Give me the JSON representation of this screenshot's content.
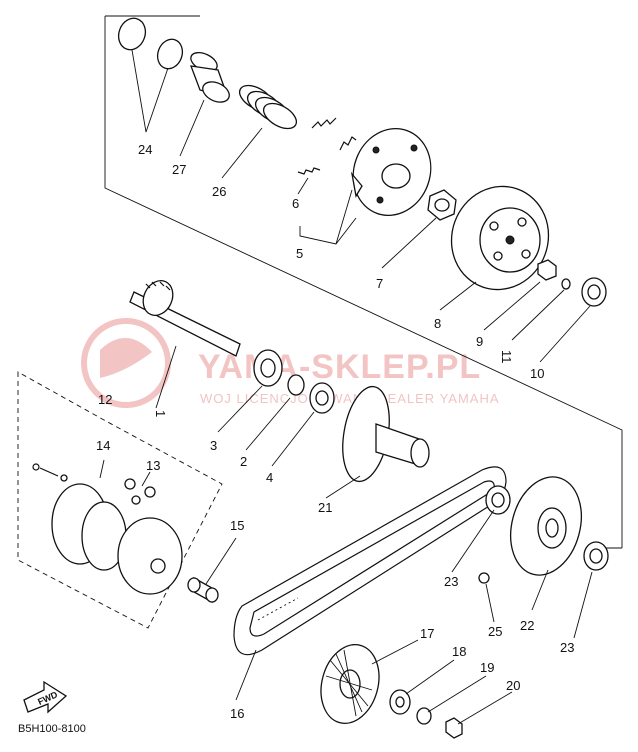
{
  "diagram": {
    "callouts": {
      "p1": "1",
      "p2": "2",
      "p3": "3",
      "p4": "4",
      "p5": "5",
      "p6": "6",
      "p7": "7",
      "p8": "8",
      "p9": "9",
      "p10": "10",
      "p11": "11",
      "p12": "12",
      "p13": "13",
      "p14": "14",
      "p15": "15",
      "p16": "16",
      "p17": "17",
      "p18": "18",
      "p19": "19",
      "p20": "20",
      "p21": "21",
      "p22": "22",
      "p23a": "23",
      "p23b": "23",
      "p24": "24",
      "p25": "25",
      "p26": "26",
      "p27": "27"
    },
    "drawing_code": "B5H100-8100",
    "direction_label": "FWD",
    "watermark": {
      "main": "YAMA-SKLEP.PL",
      "sub": "WOJ LICENCJONOWANY DEALER YAMAHA"
    },
    "colors": {
      "ink": "#111111",
      "watermark": "#f2c4c4",
      "background": "#ffffff"
    }
  }
}
